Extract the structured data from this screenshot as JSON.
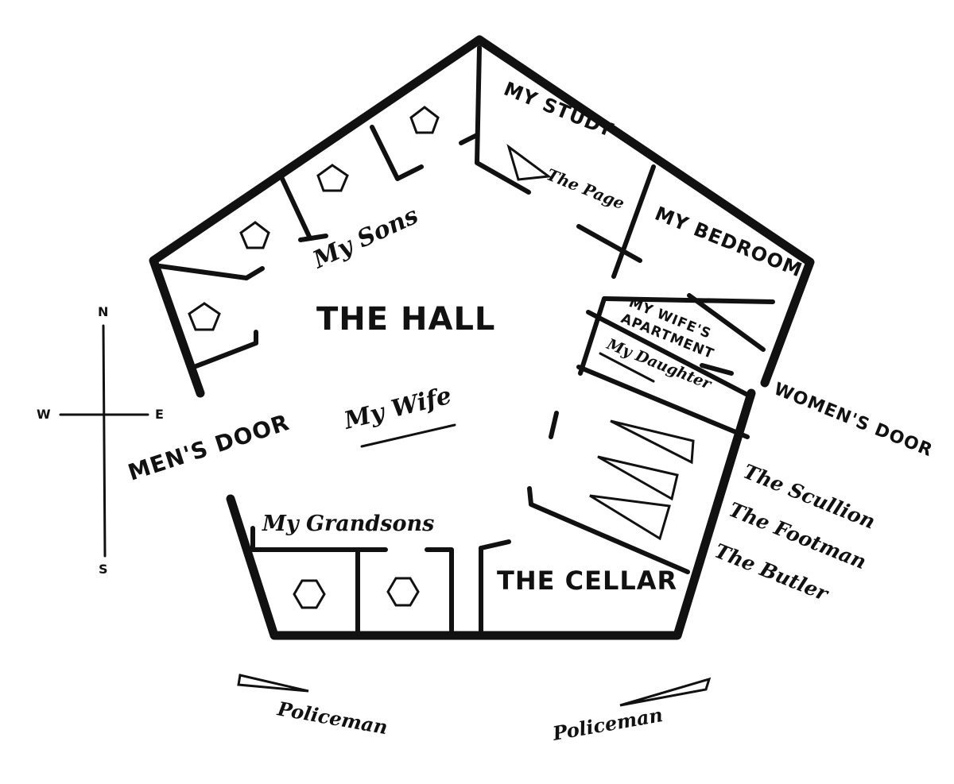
{
  "rooms": {
    "hall": "THE HALL",
    "study": "MY STUDY",
    "bedroom": "MY BEDROOM",
    "wife_apartment_line1": "MY WIFE'S",
    "wife_apartment_line2": "APARTMENT",
    "cellar": "THE CELLAR"
  },
  "doors": {
    "men": "MEN'S DOOR",
    "women": "WOMEN'S DOOR"
  },
  "occupants": {
    "sons": "My Sons",
    "page": "The Page",
    "wife": "My Wife",
    "daughter": "My Daughter",
    "grandsons": "My Grandsons",
    "scullion": "The Scullion",
    "footman": "The Footman",
    "butler": "The Butler",
    "policeman_left": "Policeman",
    "policeman_right": "Policeman"
  },
  "compass": {
    "n": "N",
    "s": "S",
    "e": "E",
    "w": "W"
  }
}
